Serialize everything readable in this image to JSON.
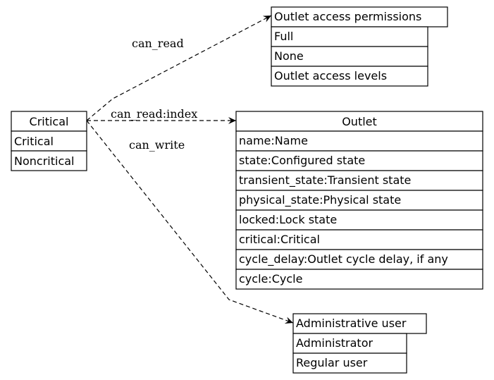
{
  "nodes": {
    "critical": {
      "title": "Critical",
      "items": [
        "Critical",
        "Noncritical"
      ]
    },
    "permissions": {
      "title": "Outlet access permissions",
      "items": [
        "Full",
        "None",
        "Outlet access levels"
      ]
    },
    "outlet": {
      "title": "Outlet",
      "items": [
        "name:Name",
        "state:Configured state",
        "transient_state:Transient state",
        "physical_state:Physical state",
        "locked:Lock state",
        "critical:Critical",
        "cycle_delay:Outlet cycle delay, if any",
        "cycle:Cycle"
      ]
    },
    "admin": {
      "title": "Administrative user",
      "items": [
        "Administrator",
        "Regular user"
      ]
    }
  },
  "edges": {
    "can_read": "can_read",
    "can_read_index": "can_read:index",
    "can_write": "can_write"
  },
  "colors": {
    "stroke": "#000000",
    "background": "#ffffff"
  }
}
